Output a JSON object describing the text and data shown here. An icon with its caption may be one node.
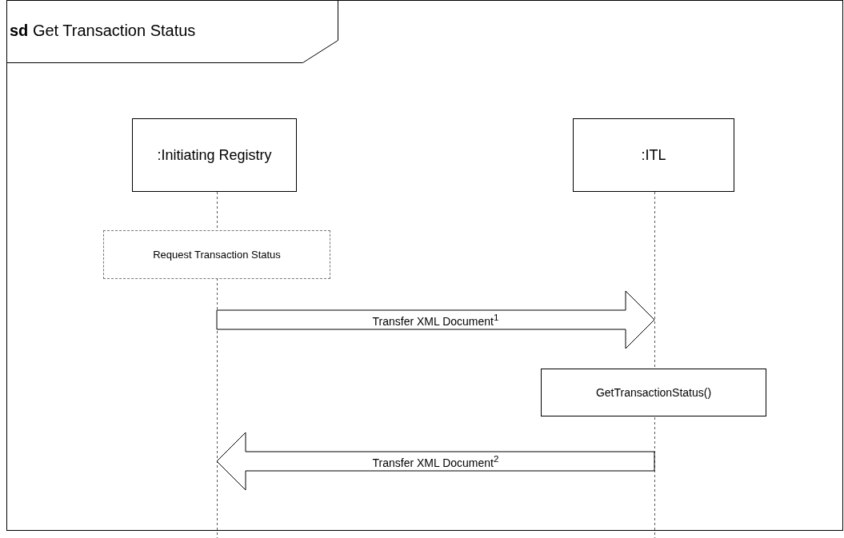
{
  "diagram": {
    "title": "**sd** Get Transaction Status",
    "nodes": [
      {
        "text": [
          ":Initiating Registry"
        ]
      },
      {
        "text": [
          ":ITL"
        ]
      },
      {
        "text": [
          "Request Transaction Status"
        ]
      },
      {
        "text": [
          "GetTransactionStatus()"
        ]
      }
    ],
    "edges": [
      {
        "from": 0,
        "to": 1,
        "arrow": "to",
        "label": "Transfer XML Document$^{1}$"
      },
      {
        "from": 1,
        "to": 0,
        "arrow": "to",
        "label": "Transfer XML Document$^{2}$"
      }
    ]
  }
}
